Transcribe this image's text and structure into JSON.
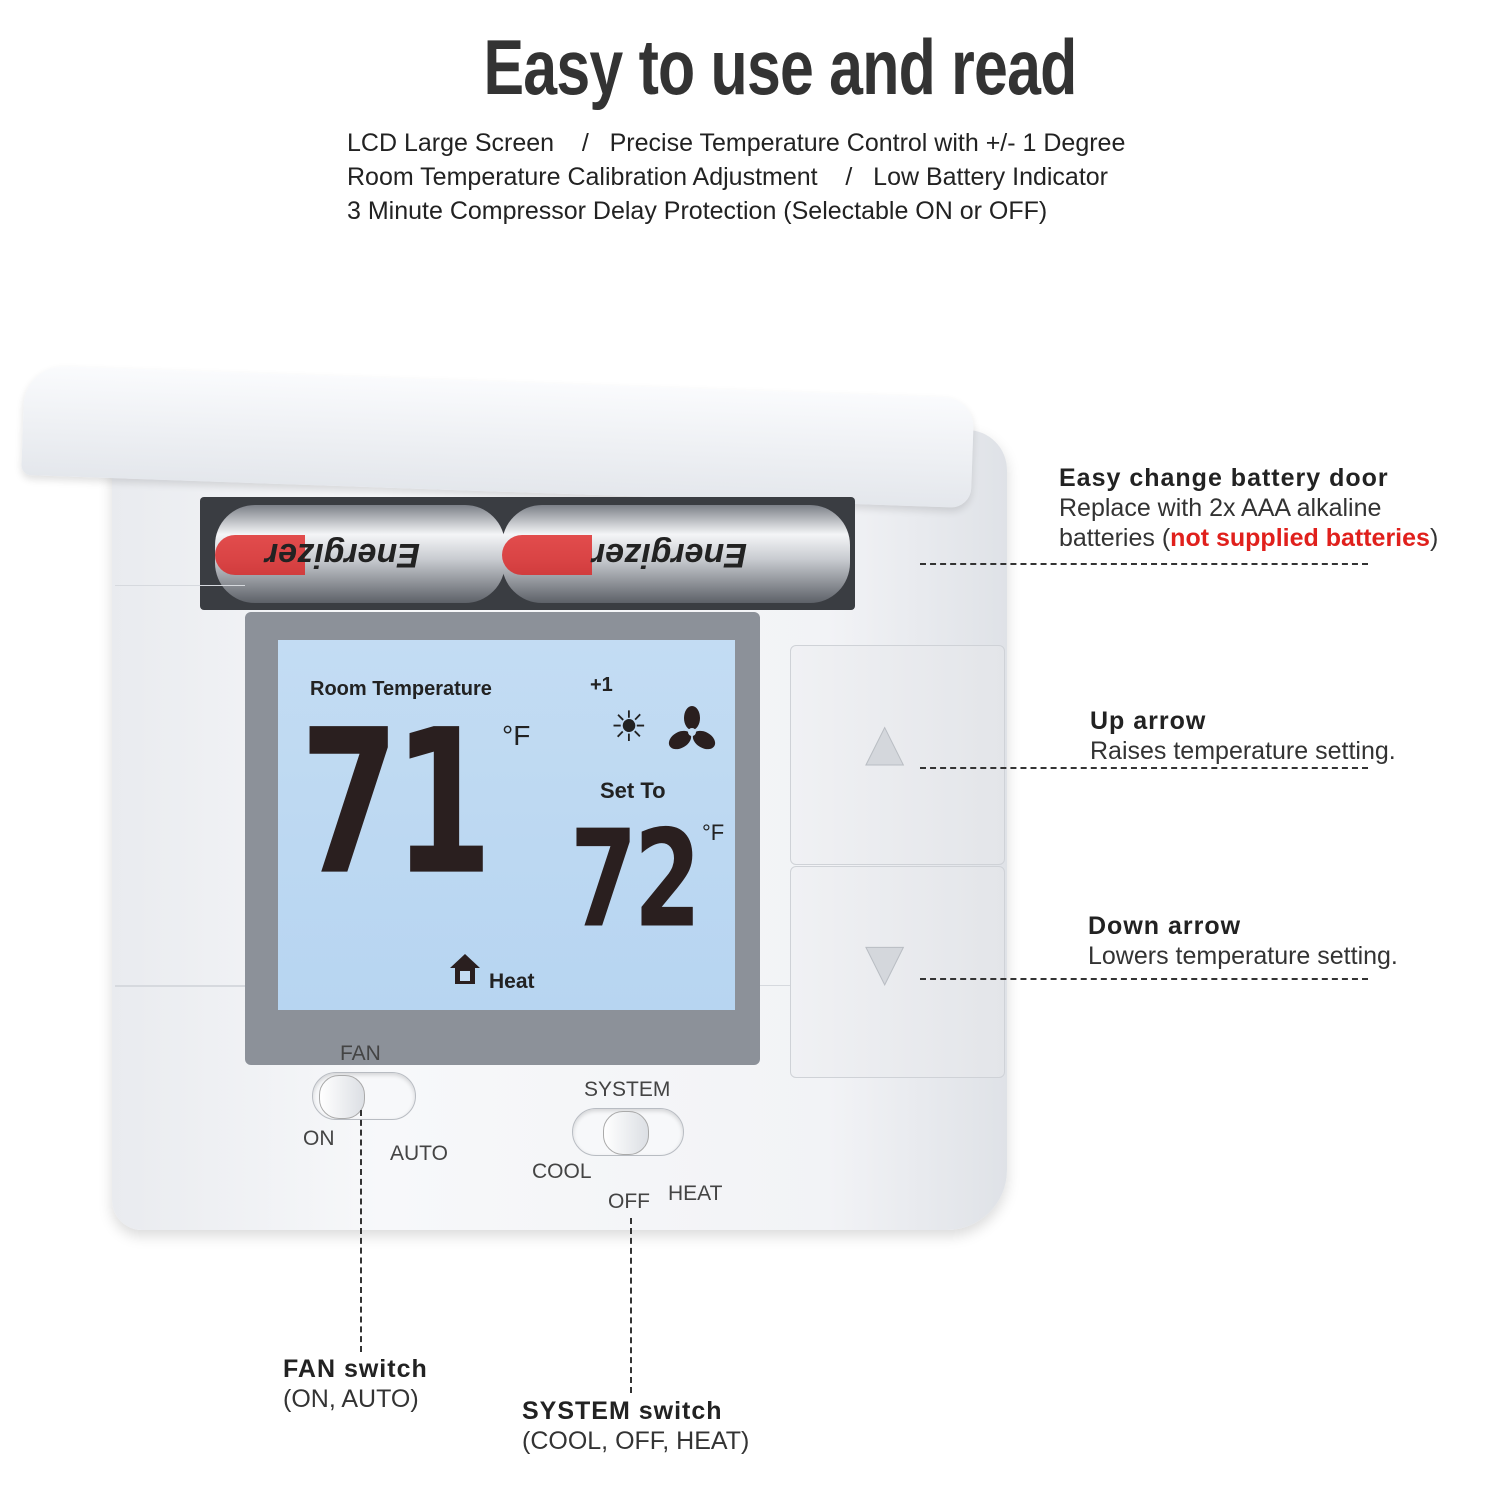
{
  "header": {
    "title": "Easy to use and read",
    "features": [
      "LCD Large Screen    /   Precise Temperature Control with +/- 1 Degree",
      "Room Temperature Calibration Adjustment    /   Low Battery Indicator",
      "3 Minute Compressor Delay Protection (Selectable ON or OFF)"
    ]
  },
  "device": {
    "battery_brand": "Energizer",
    "lcd": {
      "room_label": "Room Temperature",
      "room_temp": "71",
      "unit": "°F",
      "calibration": "+1",
      "set_label": "Set To",
      "set_temp": "72",
      "mode_label": "Heat",
      "icons": [
        "sun-icon",
        "fan-icon",
        "home-icon"
      ]
    },
    "fan_switch": {
      "label": "FAN",
      "on": "ON",
      "auto": "AUTO"
    },
    "system_switch": {
      "label": "SYSTEM",
      "cool": "COOL",
      "off": "OFF",
      "heat": "HEAT"
    }
  },
  "annotations": {
    "battery_door": {
      "title": "Easy change battery door",
      "line1": "Replace with 2x AAA alkaline",
      "line2_pre": "batteries (",
      "line2_red": "not supplied batteries",
      "line2_post": ")"
    },
    "up_arrow": {
      "title": "Up arrow",
      "text": "Raises temperature setting."
    },
    "down_arrow": {
      "title": "Down arrow",
      "text": "Lowers temperature setting."
    },
    "fan_switch": {
      "title": "FAN switch",
      "text": "(ON, AUTO)"
    },
    "system_switch": {
      "title": "SYSTEM switch",
      "text": "(COOL, OFF, HEAT)"
    }
  },
  "colors": {
    "lcd_background": "#bcd8f2",
    "highlight_red": "#e0201c",
    "bezel": "#8c9199"
  }
}
